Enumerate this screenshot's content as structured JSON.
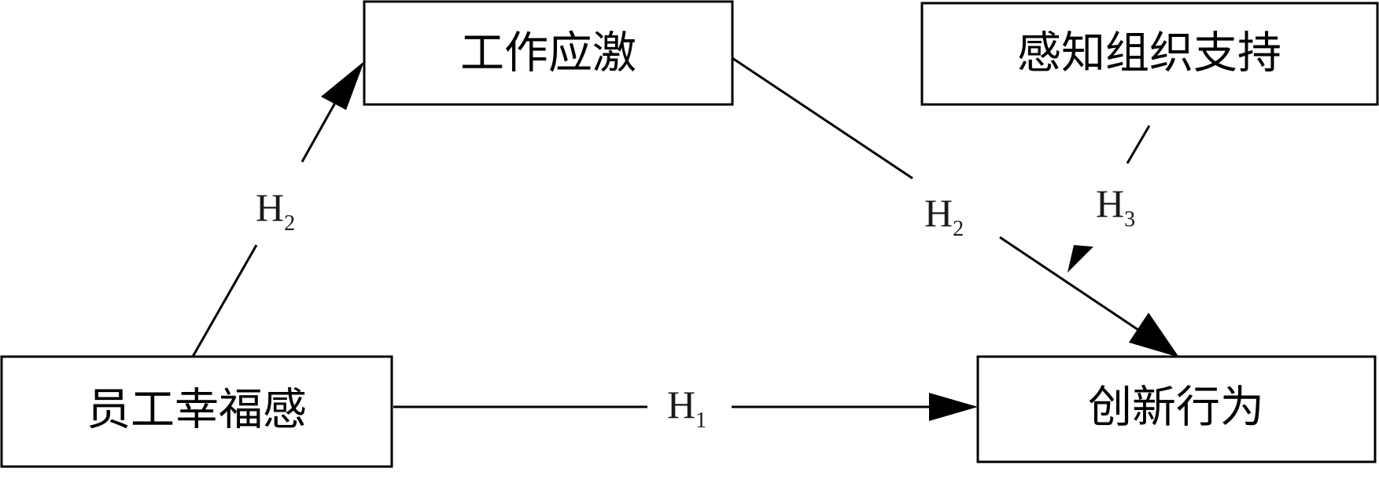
{
  "nodes": {
    "job_stress": "工作应激",
    "perceived_org_support": "感知组织支持",
    "employee_happiness": "员工幸福感",
    "innovative_behavior": "创新行为"
  },
  "hypotheses": {
    "h1": {
      "letter": "H",
      "sub": "1"
    },
    "h2_left": {
      "letter": "H",
      "sub": "2"
    },
    "h2_right": {
      "letter": "H",
      "sub": "2"
    },
    "h3": {
      "letter": "H",
      "sub": "3"
    }
  },
  "colors": {
    "stroke": "#000000",
    "background": "#ffffff"
  }
}
